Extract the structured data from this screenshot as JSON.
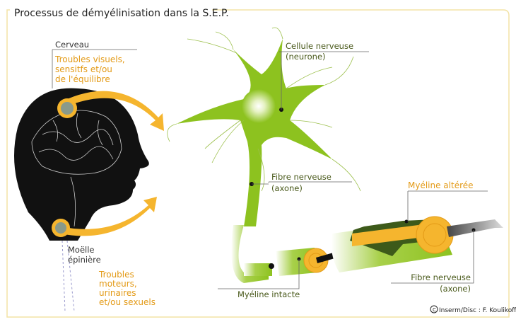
{
  "title": "Processus de démyélinisation dans la S.E.P.",
  "brain": {
    "label": "Cerveau",
    "symptoms": [
      "Troubles visuels,",
      "sensitfs et/ou",
      "de l'équilibre"
    ]
  },
  "spine": {
    "label": [
      "Moëlle",
      "épinière"
    ],
    "symptoms": [
      "Troubles",
      "moteurs,",
      "urinaires",
      "et/ou sexuels"
    ]
  },
  "neuron": {
    "label": [
      "Cellule nerveuse",
      "(neurone)"
    ]
  },
  "axon_top": {
    "label": [
      "Fibre nerveuse",
      "(axone)"
    ]
  },
  "myelin_damaged": {
    "label": "Myéline altérée"
  },
  "myelin_intact": {
    "label": "Myéline intacte"
  },
  "axon_right": {
    "label": [
      "Fibre nerveuse",
      "(axone)"
    ]
  },
  "credit": "Inserm/Disc : F. Koulikoff",
  "colors": {
    "green": "#8dc21f",
    "orange": "#f5b52e",
    "dark_green": "#3d5a1a",
    "frame": "#f3e3a6"
  }
}
